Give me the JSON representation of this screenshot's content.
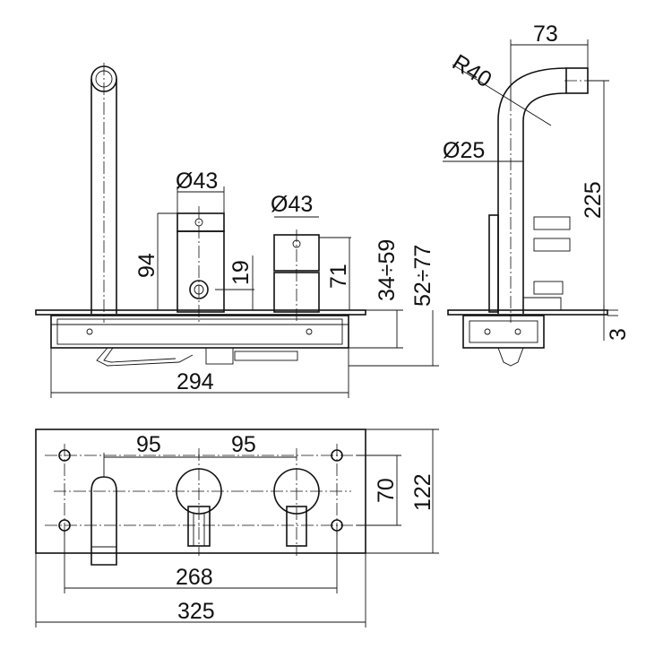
{
  "title": "",
  "front_view": {
    "diameter_left": "Ø43",
    "diameter_right": "Ø43",
    "height_94": "94",
    "height_19": "19",
    "height_71": "71",
    "range_1": "34÷59",
    "range_2": "52÷77",
    "width_294": "294"
  },
  "side_view": {
    "offset_73": "73",
    "radius": "R40",
    "diameter_spout": "Ø25",
    "height_225": "225",
    "gap_3": "3"
  },
  "top_view": {
    "spacing_left": "95",
    "spacing_right": "95",
    "hole_spacing_70": "70",
    "plate_height_122": "122",
    "hole_spacing_268": "268",
    "plate_width_325": "325"
  }
}
